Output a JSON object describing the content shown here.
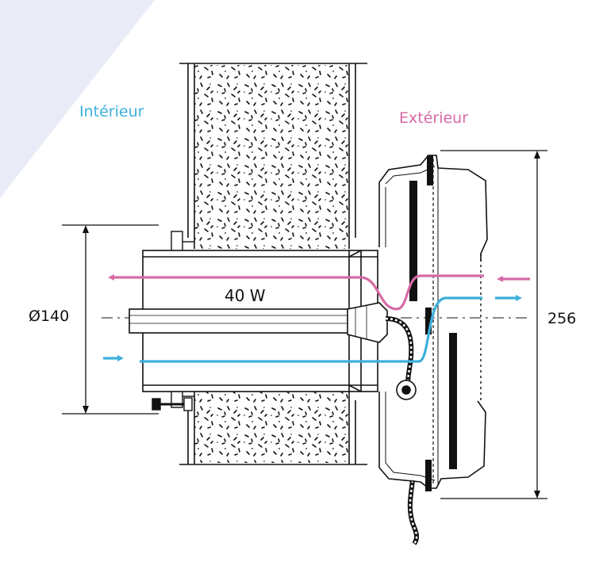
{
  "labels": {
    "interior": "Intérieur",
    "exterior": "Extérieur",
    "power": "40 W",
    "diameter": "Ø140",
    "height": "256"
  },
  "colors": {
    "interior": "#3bb0dc",
    "exterior": "#d76aa5",
    "ink": "#111111",
    "background_tint": "#e9ecf6"
  }
}
